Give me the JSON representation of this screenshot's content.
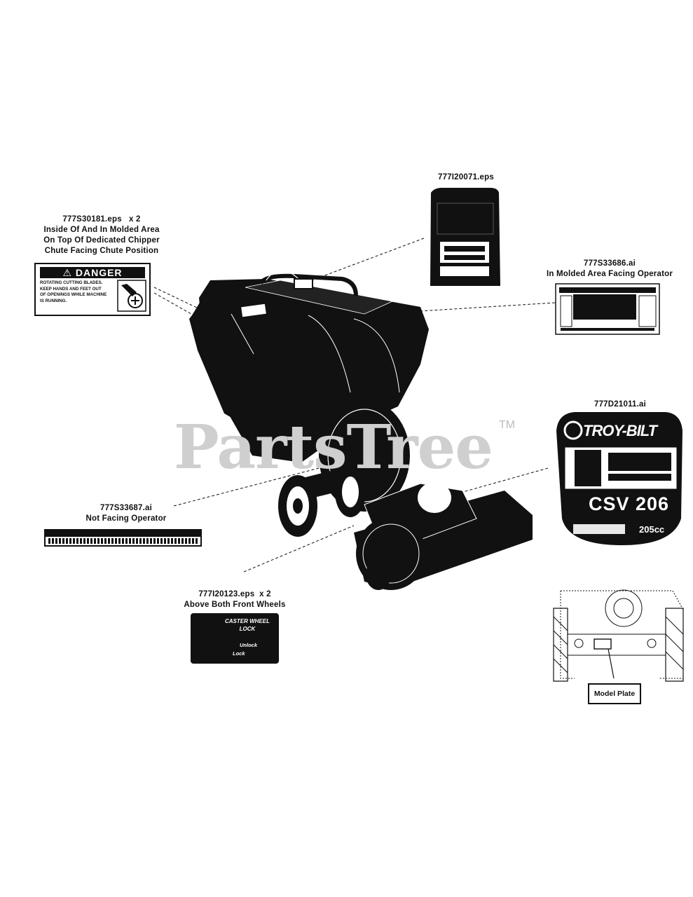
{
  "watermark": {
    "text": "PartsTree",
    "tm": "TM"
  },
  "callouts": {
    "c1": {
      "part": "777S30181.eps",
      "qty": "x 2",
      "line1": "Inside Of And In Molded Area",
      "line2": "On Top Of Dedicated Chipper",
      "line3": "Chute Facing Chute Position"
    },
    "c2": {
      "part": "777I20071.eps"
    },
    "c3": {
      "part": "777S33686.ai",
      "location": "In Molded Area Facing Operator"
    },
    "c4": {
      "part": "777D21011.ai"
    },
    "c5": {
      "part": "777S33687.ai",
      "location": "Not Facing Operator"
    },
    "c6": {
      "part": "777I20123.eps",
      "qty": "x 2",
      "location": "Above Both Front Wheels"
    }
  },
  "decals": {
    "danger": {
      "header": "⚠ DANGER",
      "l1": "ROTATING CUTTING BLADES.",
      "l2": "KEEP HANDS AND FEET OUT",
      "l3": "OF OPENINGS WHILE MACHINE",
      "l4": "IS RUNNING."
    },
    "caster": {
      "title1": "CASTER WHEEL",
      "title2": "LOCK",
      "unlock": "Unlock",
      "lock": "Lock"
    },
    "troybilt": {
      "brand": "TROY-BILT",
      "model": "CSV 206",
      "cc": "205cc"
    },
    "model_plate": {
      "label": "Model Plate"
    }
  },
  "colors": {
    "ink": "#111111",
    "paper": "#ffffff",
    "watermark": "#cfcfcf"
  }
}
